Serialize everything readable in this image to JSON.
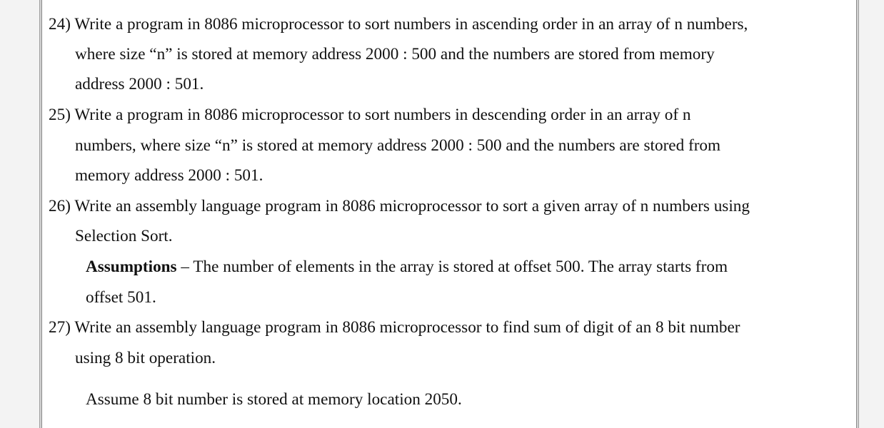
{
  "questions": [
    {
      "number": "24)",
      "lines": [
        "Write a program in 8086 microprocessor to sort numbers in ascending order in an array of n numbers,",
        "where size “n” is stored at memory address 2000 : 500 and the numbers are stored from memory",
        "address 2000 : 501."
      ]
    },
    {
      "number": "25)",
      "lines": [
        "Write a program in 8086 microprocessor to sort numbers in descending order in an array of n",
        "numbers, where size “n” is stored at memory address 2000 : 500 and the numbers are stored from",
        "memory address 2000 : 501."
      ]
    },
    {
      "number": "26)",
      "lines": [
        "Write an assembly language program in 8086 microprocessor to sort a given array of n numbers using",
        "Selection Sort."
      ],
      "note": {
        "label": "Assumptions",
        "text": " – The number of elements in the array is stored at offset 500. The array starts from",
        "line2": "offset 501."
      }
    },
    {
      "number": "27)",
      "lines": [
        "Write an assembly language program in 8086 microprocessor to find sum of digit of an 8 bit number",
        "using 8 bit operation."
      ],
      "note": {
        "text": "Assume 8 bit number is stored at memory location 2050."
      }
    }
  ]
}
